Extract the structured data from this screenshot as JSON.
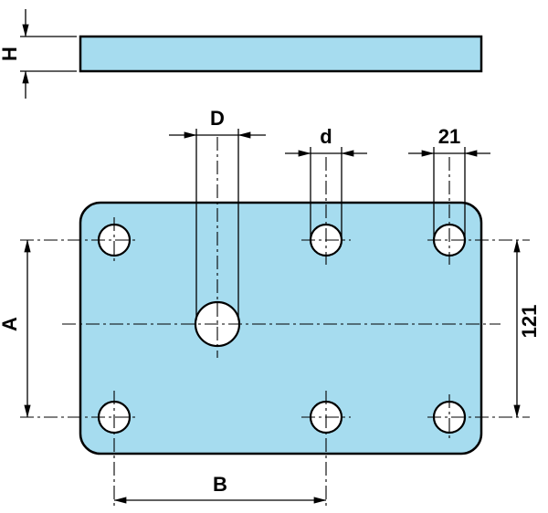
{
  "colors": {
    "plate_fill": "#a6dcef",
    "hole_fill": "#ffffff",
    "line": "#000000",
    "background": "#ffffff"
  },
  "side_view": {
    "thickness_label": "H"
  },
  "plan_view": {
    "center_hole_diameter_label": "D",
    "middle_hole_diameter_label": "d",
    "corner_hole_diameter_value": "21",
    "vertical_hole_spacing_label": "A",
    "horizontal_hole_spacing_label": "B",
    "corner_hole_vertical_spacing_value": "121"
  }
}
